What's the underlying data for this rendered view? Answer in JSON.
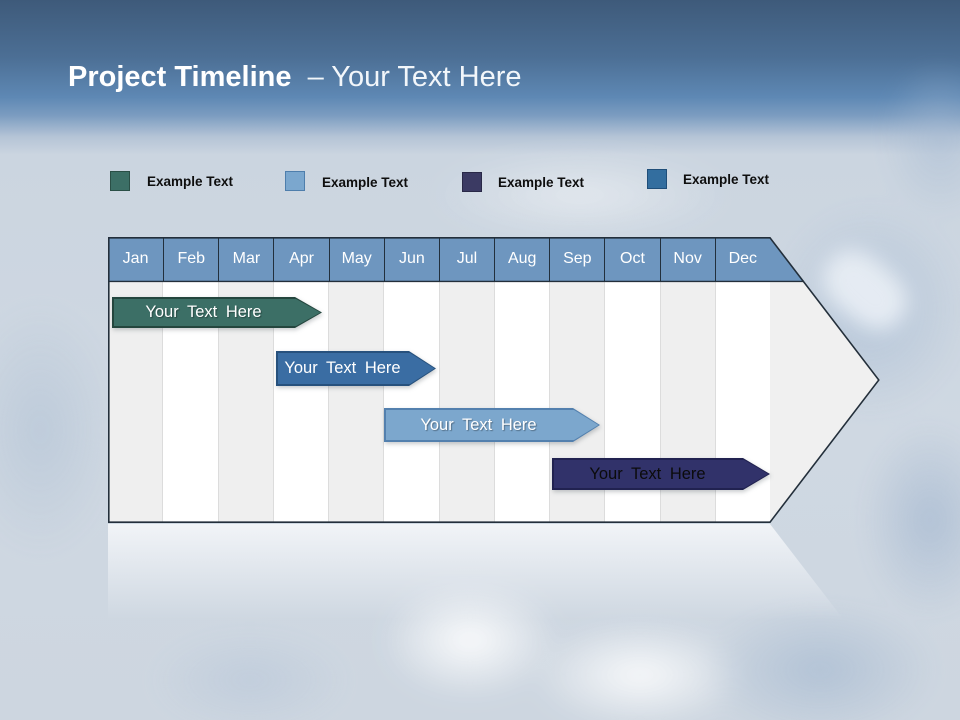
{
  "slide": {
    "title_main": "Project Timeline",
    "title_sub": "– Your Text Here"
  },
  "legend": {
    "items": [
      {
        "label": "Example Text",
        "color": "#3C6F66",
        "border": "#2A4F46"
      },
      {
        "label": "Example Text",
        "color": "#7BA7CE",
        "border": "#4E7EAC"
      },
      {
        "label": "Example Text",
        "color": "#3B3A63",
        "border": "#292847"
      },
      {
        "label": "Example Text",
        "color": "#336E9F",
        "border": "#1F4E79"
      }
    ]
  },
  "timeline": {
    "header_color": "#6E96BF",
    "months": [
      "Jan",
      "Feb",
      "Mar",
      "Apr",
      "May",
      "Jun",
      "Jul",
      "Aug",
      "Sep",
      "Oct",
      "Nov",
      "Dec"
    ],
    "bars": [
      {
        "label": "Your Text Here",
        "fill": "#3C6F66",
        "border": "#24463E",
        "text_color": "#FFFFFF",
        "start_month": "Jan",
        "end_month": "Apr"
      },
      {
        "label": "Your Text Here",
        "fill": "#3A6DA3",
        "border": "#27517D",
        "text_color": "#FFFFFF",
        "start_month": "Apr",
        "end_month": "Jun"
      },
      {
        "label": "Your Text Here",
        "fill": "#7CA7CD",
        "border": "#5380AE",
        "text_color": "#FFFFFF",
        "start_month": "Jun",
        "end_month": "Sep"
      },
      {
        "label": "Your Text Here",
        "fill": "#31326A",
        "border": "#212250",
        "text_color": "#0B0B0B",
        "start_month": "Sep",
        "end_month": "Dec"
      }
    ]
  }
}
